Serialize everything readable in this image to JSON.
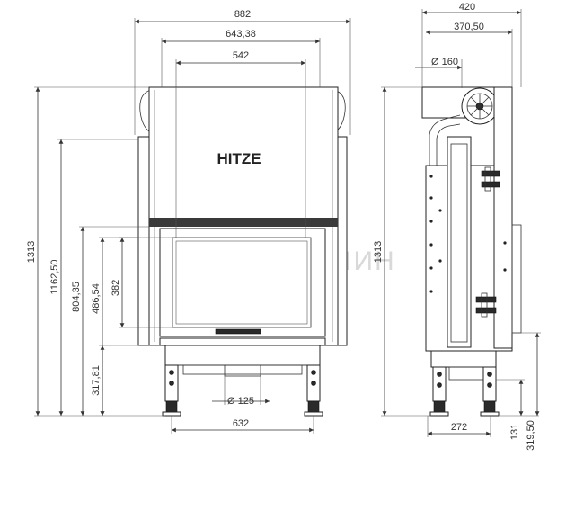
{
  "brand": "HITZE",
  "watermark": "АРТКАМИН",
  "front_view": {
    "width_total": "882",
    "width_top": "643,38",
    "width_inner": "542",
    "height_total": "1313",
    "height_1162": "1162,50",
    "height_804": "804,35",
    "height_486": "486,54",
    "height_382": "382",
    "height_317": "317,81",
    "duct_diameter": "Ø 125",
    "base_width": "632"
  },
  "side_view": {
    "depth_total": "420",
    "depth_370": "370,50",
    "flue_diameter": "Ø 160",
    "height_total": "1313",
    "base_depth": "272",
    "height_131": "131",
    "height_319": "319,50"
  }
}
